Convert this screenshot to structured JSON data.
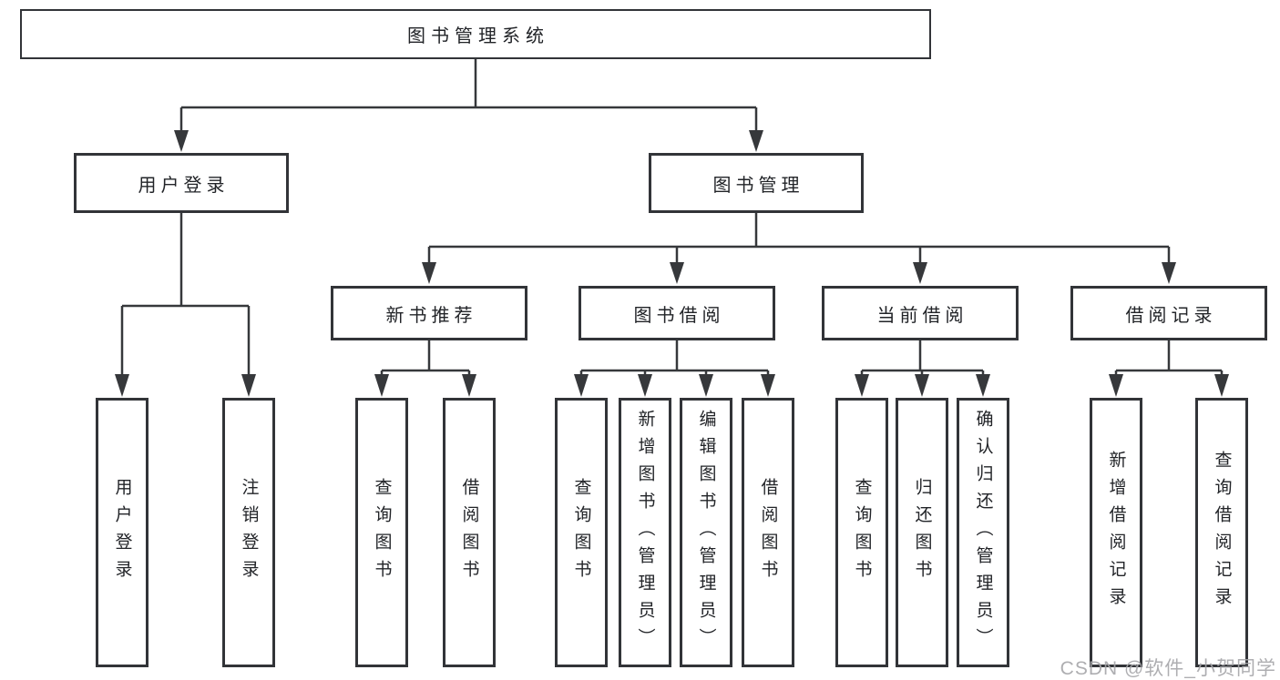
{
  "tree": {
    "root": {
      "label": "图书管理系统"
    },
    "children": [
      {
        "label": "用户登录",
        "children": [
          {
            "label": "用户登录"
          },
          {
            "label": "注销登录"
          }
        ]
      },
      {
        "label": "图书管理",
        "children": [
          {
            "label": "新书推荐",
            "children": [
              {
                "label": "查询图书"
              },
              {
                "label": "借阅图书"
              }
            ]
          },
          {
            "label": "图书借阅",
            "children": [
              {
                "label": "查询图书"
              },
              {
                "label": "新增图书（管理员）"
              },
              {
                "label": "编辑图书（管理员）"
              },
              {
                "label": "借阅图书"
              }
            ]
          },
          {
            "label": "当前借阅",
            "children": [
              {
                "label": "查询图书"
              },
              {
                "label": "归还图书"
              },
              {
                "label": "确认归还（管理员）"
              }
            ]
          },
          {
            "label": "借阅记录",
            "children": [
              {
                "label": "新增借阅记录"
              },
              {
                "label": "查询借阅记录"
              }
            ]
          }
        ]
      }
    ]
  },
  "watermark": "CSDN @软件_小贺同学",
  "colors": {
    "line": "#36383b",
    "box_border": "#323438",
    "text": "#222428",
    "watermark": "#a6a6a9",
    "background": "#ffffff"
  }
}
